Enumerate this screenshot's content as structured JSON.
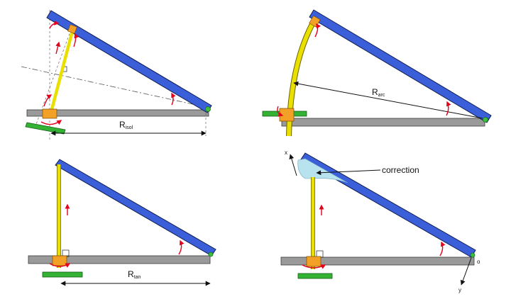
{
  "labels": {
    "r_isol": {
      "main": "R",
      "sub": "isol"
    },
    "r_arc": {
      "main": "R",
      "sub": "arc"
    },
    "r_tan": {
      "main": "R",
      "sub": "tan"
    },
    "correction": "correction",
    "axis_x": "x",
    "axis_y": "y",
    "origin": "o"
  },
  "colors": {
    "beam": "#3a5fd9",
    "base": "#9a9a9a",
    "rod": "#e9e000",
    "pivot_block": "#f2a126",
    "foot": "#33b233",
    "arrow": "#e4001b",
    "correction_fill": "#b9e2ef",
    "pivot_dot": "#3cbf3c"
  },
  "icons": {
    "rotation_arrow": "red-curved-arrow",
    "pivot": "green-pivot-dot"
  }
}
